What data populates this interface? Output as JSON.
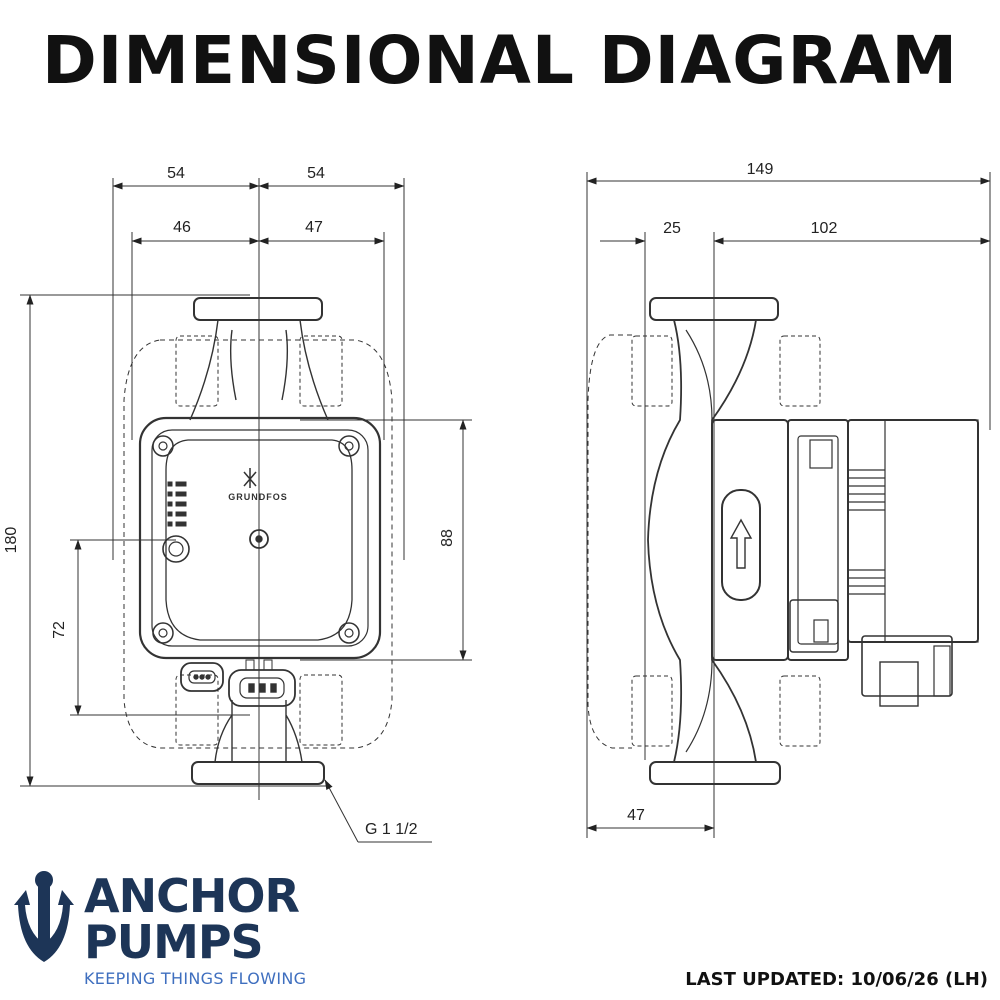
{
  "title": "DIMENSIONAL DIAGRAM",
  "front_view": {
    "dims": {
      "top_left": "54",
      "top_right": "54",
      "mid_left": "46",
      "mid_right": "47",
      "height_total": "180",
      "height_lower": "72",
      "height_control": "88",
      "thread": "G 1 1/2"
    },
    "panel_logo": "GRUNDFOS"
  },
  "side_view": {
    "dims": {
      "width_total": "149",
      "left_offset": "25",
      "motor_length": "102",
      "base_offset": "47"
    }
  },
  "brand": {
    "line1": "ANCHOR",
    "line2": "PUMPS",
    "tagline": "KEEPING THINGS FLOWING",
    "logo_icon": "anchor-icon",
    "color_primary": "#1d3557",
    "color_accent": "#3f6fbf"
  },
  "last_updated": "LAST UPDATED: 10/06/26 (LH)"
}
